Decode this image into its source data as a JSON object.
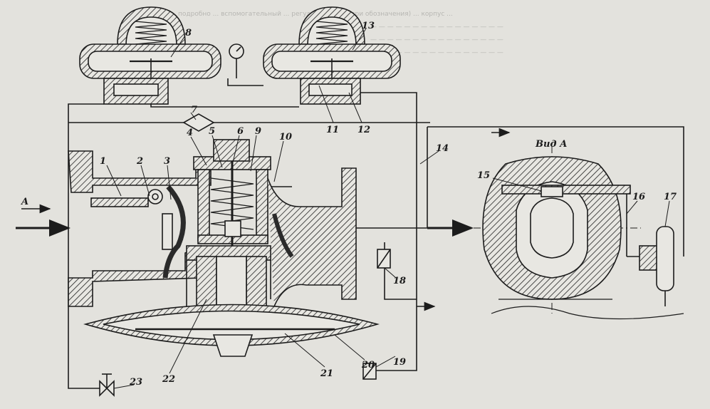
{
  "figure": {
    "background_text": "подробно ... вспомогательный ... регулятор ... (смотри обозначения) ... корпус ...",
    "flow_label": "A",
    "view_label": "Вид А"
  },
  "callouts": [
    {
      "id": "1",
      "text": "1"
    },
    {
      "id": "2",
      "text": "2"
    },
    {
      "id": "3",
      "text": "3"
    },
    {
      "id": "4",
      "text": "4"
    },
    {
      "id": "5",
      "text": "5"
    },
    {
      "id": "6",
      "text": "6"
    },
    {
      "id": "7",
      "text": "7"
    },
    {
      "id": "8",
      "text": "8"
    },
    {
      "id": "9",
      "text": "9"
    },
    {
      "id": "10",
      "text": "10"
    },
    {
      "id": "11",
      "text": "11"
    },
    {
      "id": "12",
      "text": "12"
    },
    {
      "id": "13",
      "text": "13"
    },
    {
      "id": "14",
      "text": "14"
    },
    {
      "id": "15",
      "text": "15"
    },
    {
      "id": "16",
      "text": "16"
    },
    {
      "id": "17",
      "text": "17"
    },
    {
      "id": "18",
      "text": "18"
    },
    {
      "id": "19",
      "text": "19"
    },
    {
      "id": "20",
      "text": "20"
    },
    {
      "id": "21",
      "text": "21"
    },
    {
      "id": "22",
      "text": "22"
    },
    {
      "id": "23",
      "text": "23"
    }
  ],
  "colors": {
    "ink": "#1c1c1c",
    "paper": "#e3e2dd",
    "hatch": "#2a2a2a"
  }
}
